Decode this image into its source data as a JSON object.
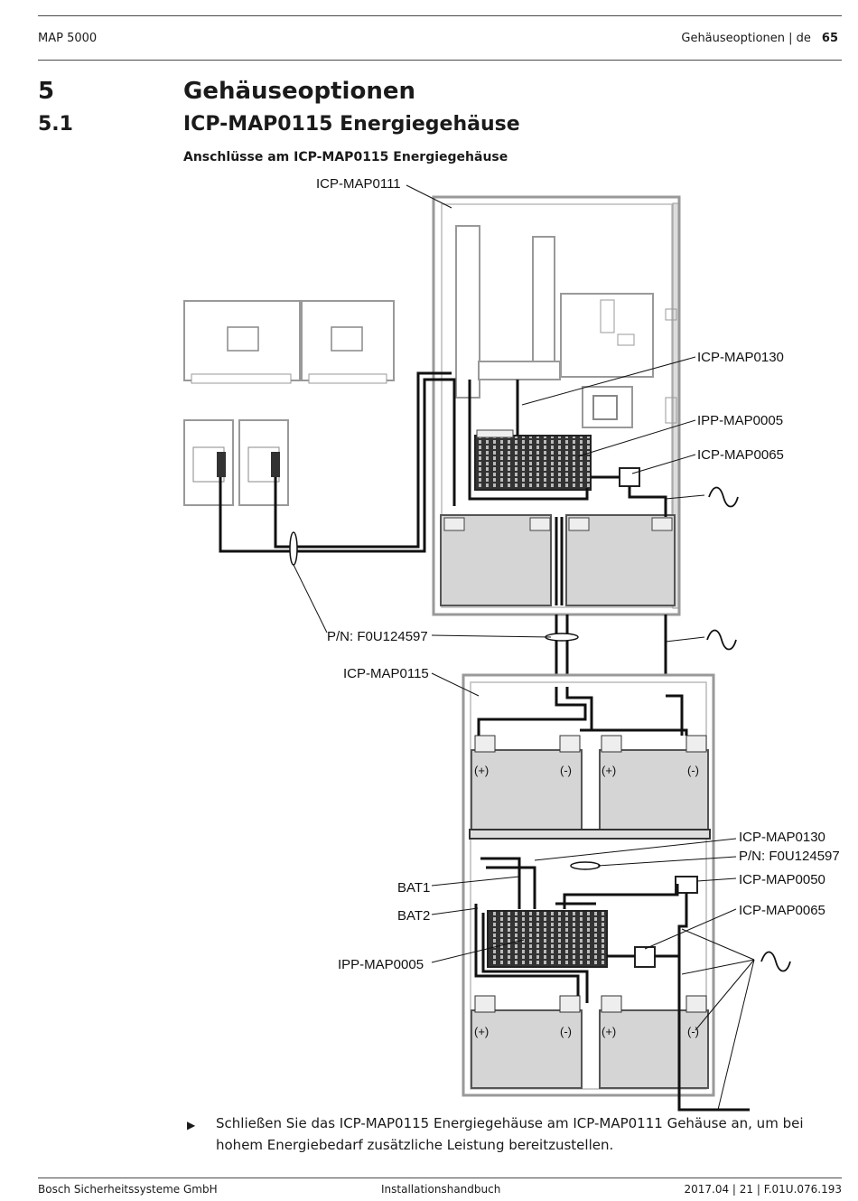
{
  "header": {
    "product": "MAP 5000",
    "section": "Gehäuseoptionen | de",
    "page": "65"
  },
  "chapter": {
    "number": "5",
    "title": "Gehäuseoptionen"
  },
  "section": {
    "number": "5.1",
    "title": "ICP-MAP0115 Energiegehäuse"
  },
  "figure": {
    "title": "Anschlüsse am ICP-MAP0115 Energiegehäuse",
    "labels": {
      "icp_map0111": "ICP-MAP0111",
      "icp_map0130_top": "ICP-MAP0130",
      "ipp_map0005_top": "IPP-MAP0005",
      "icp_map0065_top": "ICP-MAP0065",
      "pn_left": "P/N: F0U124597",
      "icp_map0115": "ICP-MAP0115",
      "icp_map0130_bottom": "ICP-MAP0130",
      "pn_right": "P/N: F0U124597",
      "bat1": "BAT1",
      "icp_map0050": "ICP-MAP0050",
      "bat2": "BAT2",
      "icp_map0065_bottom": "ICP-MAP0065",
      "ipp_map0005_bottom": "IPP-MAP0005"
    },
    "polarity": {
      "plus": "(+)",
      "minus": "(-)"
    }
  },
  "instruction": {
    "bullet": "▶",
    "text": "Schließen Sie das ICP-MAP0115 Energiegehäuse am ICP-MAP0111 Gehäuse an, um bei hohem Energiebedarf zusätzliche Leistung bereitzustellen."
  },
  "footer": {
    "company": "Bosch Sicherheitssysteme GmbH",
    "doc_type": "Installationshandbuch",
    "doc_ref": "2017.04 | 21 | F.01U.076.193"
  }
}
